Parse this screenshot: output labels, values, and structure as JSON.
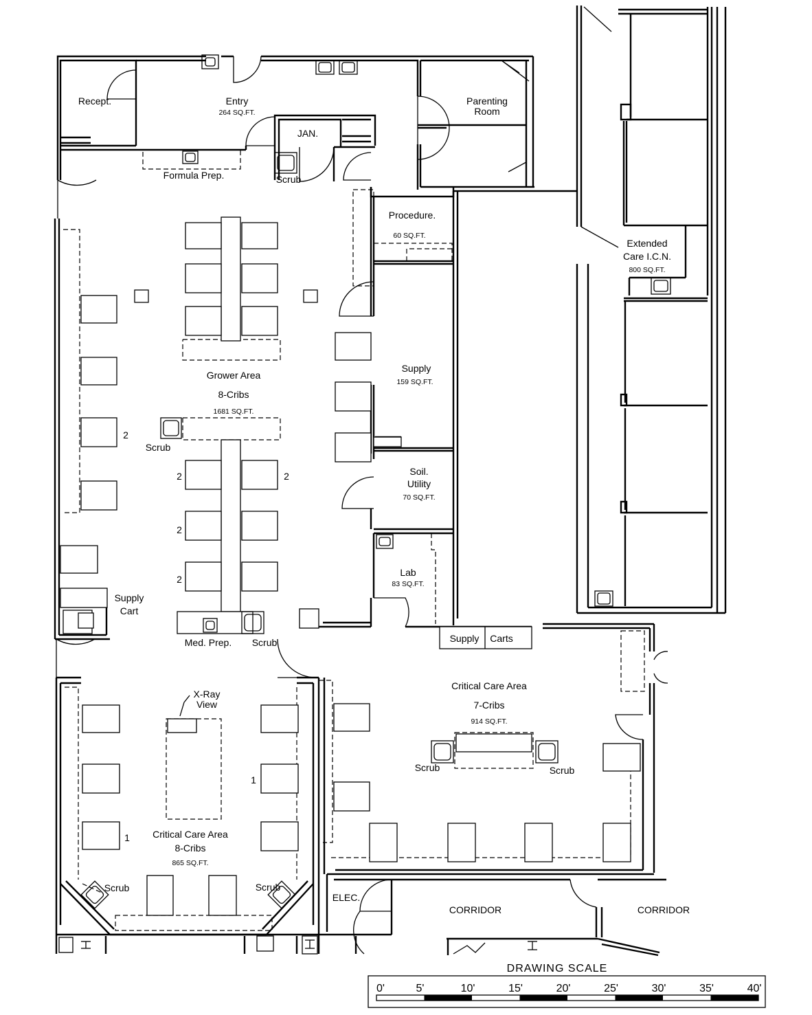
{
  "rooms": {
    "recept": {
      "name": "Recept."
    },
    "entry": {
      "name": "Entry",
      "area": "264 SQ.FT."
    },
    "parenting": {
      "name_line1": "Parenting",
      "name_line2": "Room"
    },
    "jan": {
      "name": "JAN."
    },
    "formula_prep": {
      "name": "Formula Prep."
    },
    "scrub_top": {
      "name": "Scrub"
    },
    "procedure": {
      "name": "Procedure.",
      "area": "60 SQ.FT."
    },
    "extended_care": {
      "name_line1": "Extended",
      "name_line2": "Care I.C.N.",
      "area": "800 SQ.FT."
    },
    "grower": {
      "name": "Grower Area",
      "cribs": "8-Cribs",
      "area": "1681 SQ.FT."
    },
    "supply": {
      "name": "Supply",
      "area": "159 SQ.FT."
    },
    "soil_utility": {
      "name_line1": "Soil.",
      "name_line2": "Utility",
      "area": "70 SQ.FT."
    },
    "lab": {
      "name": "Lab",
      "area": "83 SQ.FT."
    },
    "supply_cart": {
      "name_line1": "Supply",
      "name_line2": "Cart"
    },
    "med_prep": {
      "name": "Med. Prep."
    },
    "scrub_mid": {
      "name": "Scrub"
    },
    "scrub_grower": {
      "name": "Scrub"
    },
    "supply_carts": {
      "left": "Supply",
      "right": "Carts"
    },
    "critical_care_right": {
      "name": "Critical Care Area",
      "cribs": "7-Cribs",
      "area": "914 SQ.FT."
    },
    "scrub_cc_left": {
      "name": "Scrub"
    },
    "scrub_cc_right": {
      "name": "Scrub"
    },
    "xray": {
      "name_line1": "X-Ray",
      "name_line2": "View"
    },
    "critical_care_left": {
      "name": "Critical Care Area",
      "cribs": "8-Cribs",
      "area": "865 SQ.FT."
    },
    "scrub_bl": {
      "name": "Scrub"
    },
    "scrub_br": {
      "name": "Scrub"
    },
    "elec": {
      "name": "ELEC."
    },
    "corridor1": {
      "name": "CORRIDOR"
    },
    "corridor2": {
      "name": "CORRIDOR"
    }
  },
  "crib_numbers": {
    "n1": "2",
    "n2": "2",
    "n3": "2",
    "n4": "2",
    "n5": "2",
    "n6": "1",
    "n7": "1"
  },
  "scale": {
    "title": "DRAWING SCALE",
    "ticks": [
      "0'",
      "5'",
      "10'",
      "15'",
      "20'",
      "25'",
      "30'",
      "35'",
      "40'"
    ]
  }
}
